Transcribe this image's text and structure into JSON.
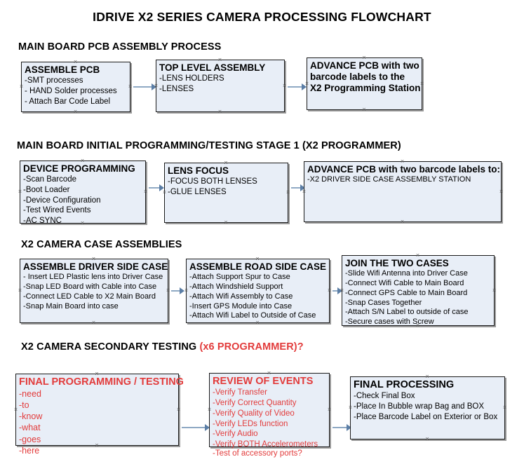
{
  "document": {
    "title": "IDRIVE X2  SERIES CAMERA PROCESSING FLOWCHART"
  },
  "sections": [
    {
      "id": "main-board-pcb-assembly",
      "heading": "MAIN BOARD PCB ASSEMBLY PROCESS",
      "heading_accent": ""
    },
    {
      "id": "main-board-initial-programming",
      "heading": "MAIN BOARD INITIAL PROGRAMMING/TESTING STAGE 1 (X2 PROGRAMMER)",
      "heading_accent": ""
    },
    {
      "id": "x2-camera-case-assemblies",
      "heading": "X2 CAMERA CASE ASSEMBLIES",
      "heading_accent": ""
    },
    {
      "id": "x2-camera-secondary-testing",
      "heading": "X2 CAMERA SECONDARY TESTING ",
      "heading_accent": "(x6 PROGRAMMER)?"
    }
  ],
  "nodes": {
    "assemble_pcb": {
      "title": "ASSEMBLE PCB",
      "lines": [
        "-SMT processes",
        "- HAND Solder processes",
        "- Attach Bar Code Label"
      ]
    },
    "top_level_assembly": {
      "title": "TOP LEVEL ASSEMBLY",
      "lines": [
        "-LENS HOLDERS",
        "-LENSES"
      ]
    },
    "advance_pcb_programming_station": {
      "title": "ADVANCE PCB with two",
      "lines": [
        "barcode labels to the",
        " X2 Programming Station"
      ]
    },
    "device_programming": {
      "title": "DEVICE PROGRAMMING",
      "lines": [
        "-Scan Barcode",
        "-Boot Loader",
        "-Device Configuration",
        "-Test Wired Events",
        "-AC SYNC"
      ]
    },
    "lens_focus": {
      "title": "LENS FOCUS",
      "lines": [
        "-FOCUS BOTH LENSES",
        "-GLUE LENSES"
      ]
    },
    "advance_pcb_driver_side": {
      "title": "ADVANCE PCB with two barcode labels to:",
      "lines": [
        "-X2 DRIVER  SIDE  CASE  ASSEMBLY STATION"
      ]
    },
    "assemble_driver_side_case": {
      "title": "ASSEMBLE DRIVER SIDE CASE",
      "lines": [
        "- Insert LED Plastic lens into Driver Case",
        "-Snap LED Board with Cable into Case",
        "-Connect LED Cable to X2 Main Board",
        "-Snap Main Board into case"
      ]
    },
    "assemble_road_side_case": {
      "title": "ASSEMBLE ROAD SIDE CASE",
      "lines": [
        "-Attach Support Spur to Case",
        "-Attach Windshield Support",
        "-Attach Wifi Assembly to Case",
        "-Insert GPS Module into Case",
        "-Attach Wifi Label to Outside of Case"
      ]
    },
    "join_the_two_cases": {
      "title": "JOIN THE TWO CASES",
      "lines": [
        "-Slide Wifi Antenna into Driver Case",
        "-Connect Wifi Cable to Main Board",
        "-Connect GPS Cable to Main Board",
        "-Snap Cases Together",
        "-Attach S/N Label to outside of case",
        "-Secure cases with Screw"
      ]
    },
    "final_programming_testing": {
      "title": "FINAL PROGRAMMING / TESTING",
      "lines": [
        "-need",
        "-to",
        "-know",
        "-what",
        "-goes",
        "-here"
      ]
    },
    "review_of_events": {
      "title": "REVIEW OF EVENTS",
      "lines": [
        "-Verify Transfer",
        "-Verify Correct Quantity",
        "-Verify Quality of Video",
        "-Verify LEDs function",
        "-Verify Audio",
        "-Verify BOTH Accelerometers"
      ],
      "overflow_line": "-Test of accessory ports?"
    },
    "final_processing": {
      "title": "FINAL PROCESSING",
      "lines": [
        "-Check Final Box",
        "-Place In Bubble wrap Bag and BOX",
        "-Place Barcode Label on Exterior or Box"
      ]
    }
  },
  "colors": {
    "node_fill": "#e8eef7",
    "node_border": "#1a1a1a",
    "connector": "#8fa9c4",
    "arrow_head": "#5b7ea6",
    "accent_red": "#e23b3b",
    "text": "#000000",
    "background": "#ffffff"
  }
}
